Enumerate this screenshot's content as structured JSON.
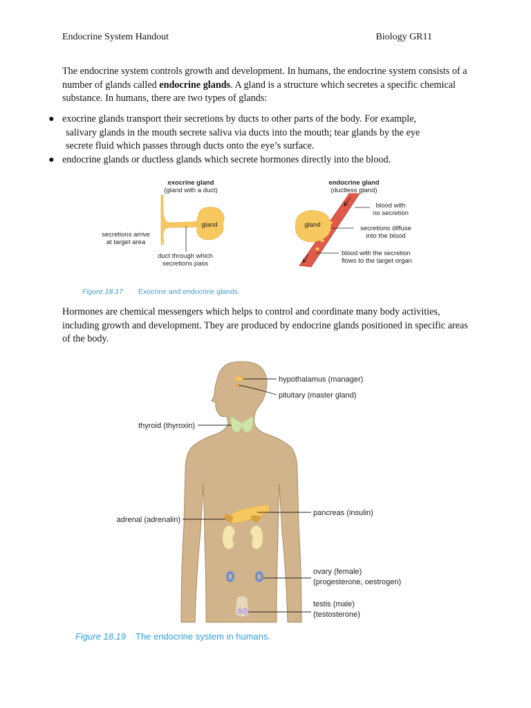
{
  "header": {
    "left": "Endocrine System Handout",
    "right": "Biology GR11"
  },
  "intro": {
    "before": "The endocrine system controls growth and development. In humans, the endocrine system consists of a number of glands called ",
    "bold": "endocrine glands",
    "after": ". A gland is a structure which secretes a specific chemical substance. In humans, there are two types of glands:"
  },
  "bullets": [
    {
      "line1": "exocrine glands transport their secretions by ducts to other parts of the body. For example,",
      "line2": "salivary glands in the mouth secrete saliva via ducts into the mouth; tear glands by the eye",
      "line3": "secrete fluid which passes through ducts onto the eye’s surface."
    },
    {
      "line1": "endocrine glands or ductless glands which secrete hormones directly into the blood."
    }
  ],
  "fig1": {
    "exo_title": "exocrine gland",
    "exo_sub": "(gland with a duct)",
    "exo_gland": "gland",
    "exo_secretions_1": "secretions arrive",
    "exo_secretions_2": "at target area",
    "exo_duct_1": "duct through which",
    "exo_duct_2": "secretions pass",
    "endo_title": "endocrine gland",
    "endo_sub": "(ductless gland)",
    "endo_gland": "gland",
    "blood_no_1": "blood with",
    "blood_no_2": "no secretion",
    "diffuse_1": "secretions diffuse",
    "diffuse_2": "into the blood",
    "blood_sec_1": "blood with the secretion",
    "blood_sec_2": "flows to the target organ",
    "caption_num": "Figure 18.17",
    "caption_text": "Exocrine and endocrine glands."
  },
  "hormones": "Hormones are chemical messengers which helps to control and coordinate many body activities, including growth and development. They are produced by endocrine glands positioned in specific areas of the body.",
  "fig2": {
    "hypothalamus": "hypothalamus (manager)",
    "pituitary": "pituitary (master gland)",
    "thyroid": "thyroid (thyroxin)",
    "adrenal": "adrenal (adrenalin)",
    "pancreas": "pancreas (insulin)",
    "ovary_1": "ovary (female)",
    "ovary_2": "(progesterone, oestrogen)",
    "testis_1": "testis (male)",
    "testis_2": "(testosterone)",
    "caption_num": "Figure 18.19",
    "caption_text": "The endocrine system in humans."
  },
  "colors": {
    "caption": "#2f9fd8",
    "skin": "#d2b48c",
    "gland": "#f6c85f",
    "blood": "#e05a4a",
    "ovary": "#6c8fd0"
  }
}
